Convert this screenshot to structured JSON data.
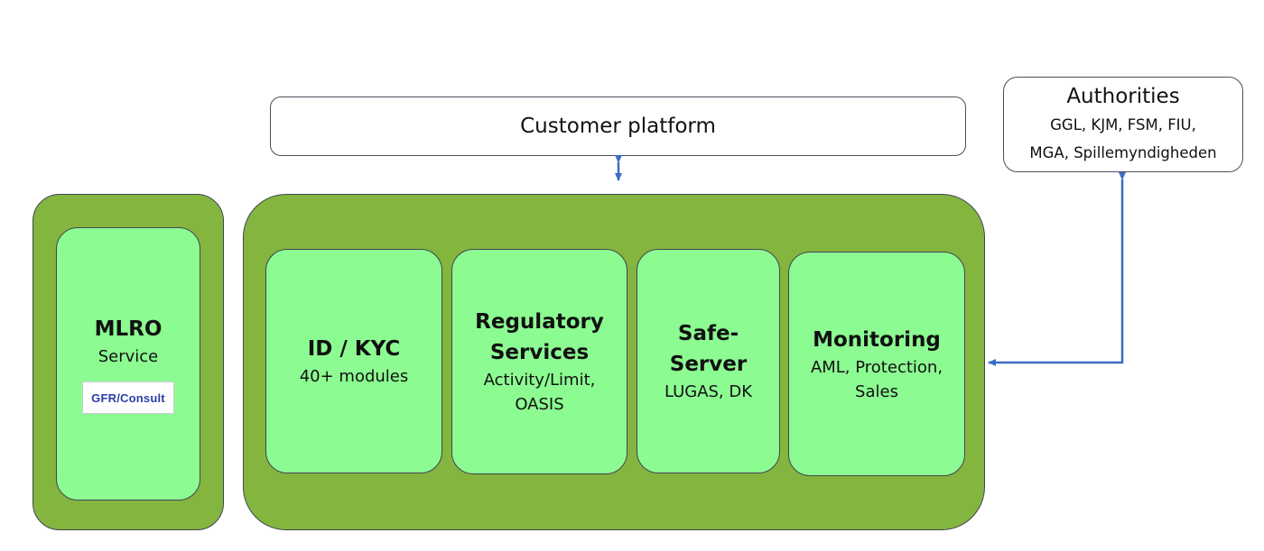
{
  "customer_platform": {
    "label": "Customer platform"
  },
  "authorities": {
    "title": "Authorities",
    "line1": "GGL, KJM, FSM, FIU,",
    "line2": "MGA, Spillemyndigheden"
  },
  "mlro": {
    "title": "MLRO",
    "subtitle": "Service",
    "logo_text": "GFR/Consult"
  },
  "modules": [
    {
      "title": "ID / KYC",
      "title2": "",
      "sub1": "40+ modules",
      "sub2": ""
    },
    {
      "title": "Regulatory",
      "title2": "Services",
      "sub1": "Activity/Limit,",
      "sub2": "OASIS"
    },
    {
      "title": "Safe-",
      "title2": "Server",
      "sub1": "LUGAS, DK",
      "sub2": ""
    },
    {
      "title": "Monitoring",
      "title2": "",
      "sub1": "AML, Protection,",
      "sub2": "Sales"
    }
  ],
  "colors": {
    "outer_green": "#84b53f",
    "inner_green": "#8cfb92",
    "arrow_blue": "#3b6cc4",
    "border": "#3f4652"
  }
}
